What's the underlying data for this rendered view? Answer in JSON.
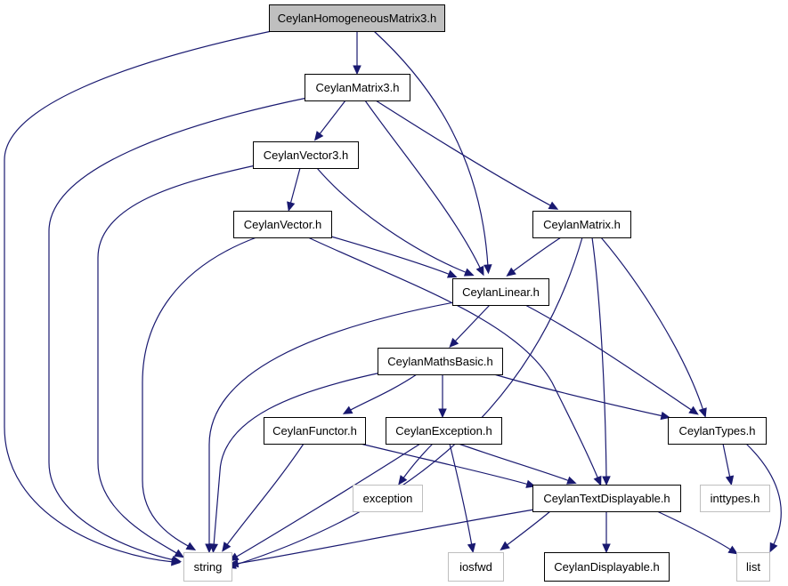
{
  "colors": {
    "edge": "#191970",
    "node_border": "#000000",
    "external_border": "#bfbfbf",
    "root_fill": "#bfbfbf",
    "node_fill": "#ffffff",
    "text": "#000000"
  },
  "nodes": {
    "homogeneous_matrix3": {
      "label": "CeylanHomogeneousMatrix3.h",
      "kind": "root"
    },
    "matrix3": {
      "label": "CeylanMatrix3.h",
      "kind": "internal"
    },
    "vector3": {
      "label": "CeylanVector3.h",
      "kind": "internal"
    },
    "vector": {
      "label": "CeylanVector.h",
      "kind": "internal"
    },
    "matrix": {
      "label": "CeylanMatrix.h",
      "kind": "internal"
    },
    "linear": {
      "label": "CeylanLinear.h",
      "kind": "internal"
    },
    "maths_basic": {
      "label": "CeylanMathsBasic.h",
      "kind": "internal"
    },
    "functor": {
      "label": "CeylanFunctor.h",
      "kind": "internal"
    },
    "exception_h": {
      "label": "CeylanException.h",
      "kind": "internal"
    },
    "types": {
      "label": "CeylanTypes.h",
      "kind": "internal"
    },
    "exception": {
      "label": "exception",
      "kind": "external"
    },
    "text_displayable": {
      "label": "CeylanTextDisplayable.h",
      "kind": "internal"
    },
    "inttypes": {
      "label": "inttypes.h",
      "kind": "external"
    },
    "string": {
      "label": "string",
      "kind": "external"
    },
    "iosfwd": {
      "label": "iosfwd",
      "kind": "external"
    },
    "displayable": {
      "label": "CeylanDisplayable.h",
      "kind": "internal"
    },
    "list": {
      "label": "list",
      "kind": "external"
    }
  },
  "edges": [
    [
      "homogeneous_matrix3",
      "matrix3"
    ],
    [
      "homogeneous_matrix3",
      "linear"
    ],
    [
      "homogeneous_matrix3",
      "string"
    ],
    [
      "matrix3",
      "vector3"
    ],
    [
      "matrix3",
      "linear"
    ],
    [
      "matrix3",
      "matrix"
    ],
    [
      "matrix3",
      "string"
    ],
    [
      "vector3",
      "vector"
    ],
    [
      "vector3",
      "linear"
    ],
    [
      "vector3",
      "string"
    ],
    [
      "vector",
      "linear"
    ],
    [
      "vector",
      "text_displayable"
    ],
    [
      "vector",
      "string"
    ],
    [
      "matrix",
      "linear"
    ],
    [
      "matrix",
      "types"
    ],
    [
      "matrix",
      "text_displayable"
    ],
    [
      "matrix",
      "string"
    ],
    [
      "linear",
      "maths_basic"
    ],
    [
      "linear",
      "types"
    ],
    [
      "linear",
      "string"
    ],
    [
      "maths_basic",
      "functor"
    ],
    [
      "maths_basic",
      "exception_h"
    ],
    [
      "maths_basic",
      "types"
    ],
    [
      "maths_basic",
      "string"
    ],
    [
      "functor",
      "text_displayable"
    ],
    [
      "functor",
      "string"
    ],
    [
      "exception_h",
      "exception"
    ],
    [
      "exception_h",
      "text_displayable"
    ],
    [
      "exception_h",
      "iosfwd"
    ],
    [
      "exception_h",
      "string"
    ],
    [
      "types",
      "inttypes"
    ],
    [
      "types",
      "list"
    ],
    [
      "text_displayable",
      "displayable"
    ],
    [
      "text_displayable",
      "string"
    ],
    [
      "text_displayable",
      "iosfwd"
    ],
    [
      "text_displayable",
      "list"
    ]
  ]
}
